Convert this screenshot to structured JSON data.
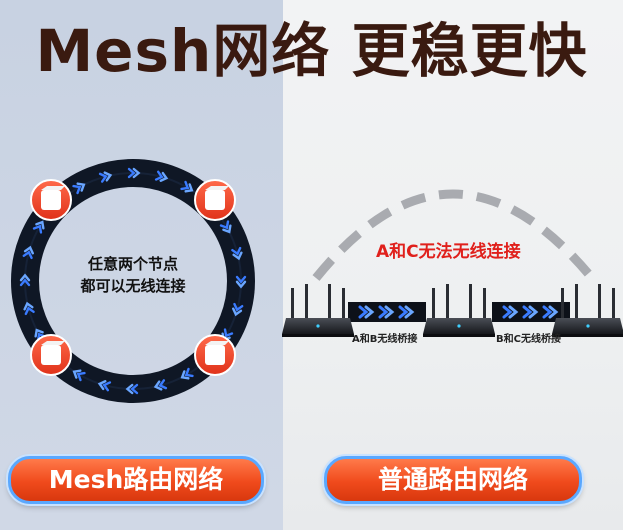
{
  "headline": "Mesh网络 更稳更快",
  "mesh": {
    "caption_line1": "任意两个节点",
    "caption_line2": "都可以无线连接",
    "button_label": "Mesh路由网络"
  },
  "traditional": {
    "no_link_label": "A和C无法无线连接",
    "bridge_ab": "A和B无线桥接",
    "bridge_bc": "B和C无线桥接",
    "button_label": "普通路由网络"
  },
  "colors": {
    "accent_orange": "#f04a1c",
    "accent_red": "#e0201c",
    "ring_dark": "#101826",
    "arrow_blue": "#3a7bff",
    "headline": "#3a1a10"
  }
}
